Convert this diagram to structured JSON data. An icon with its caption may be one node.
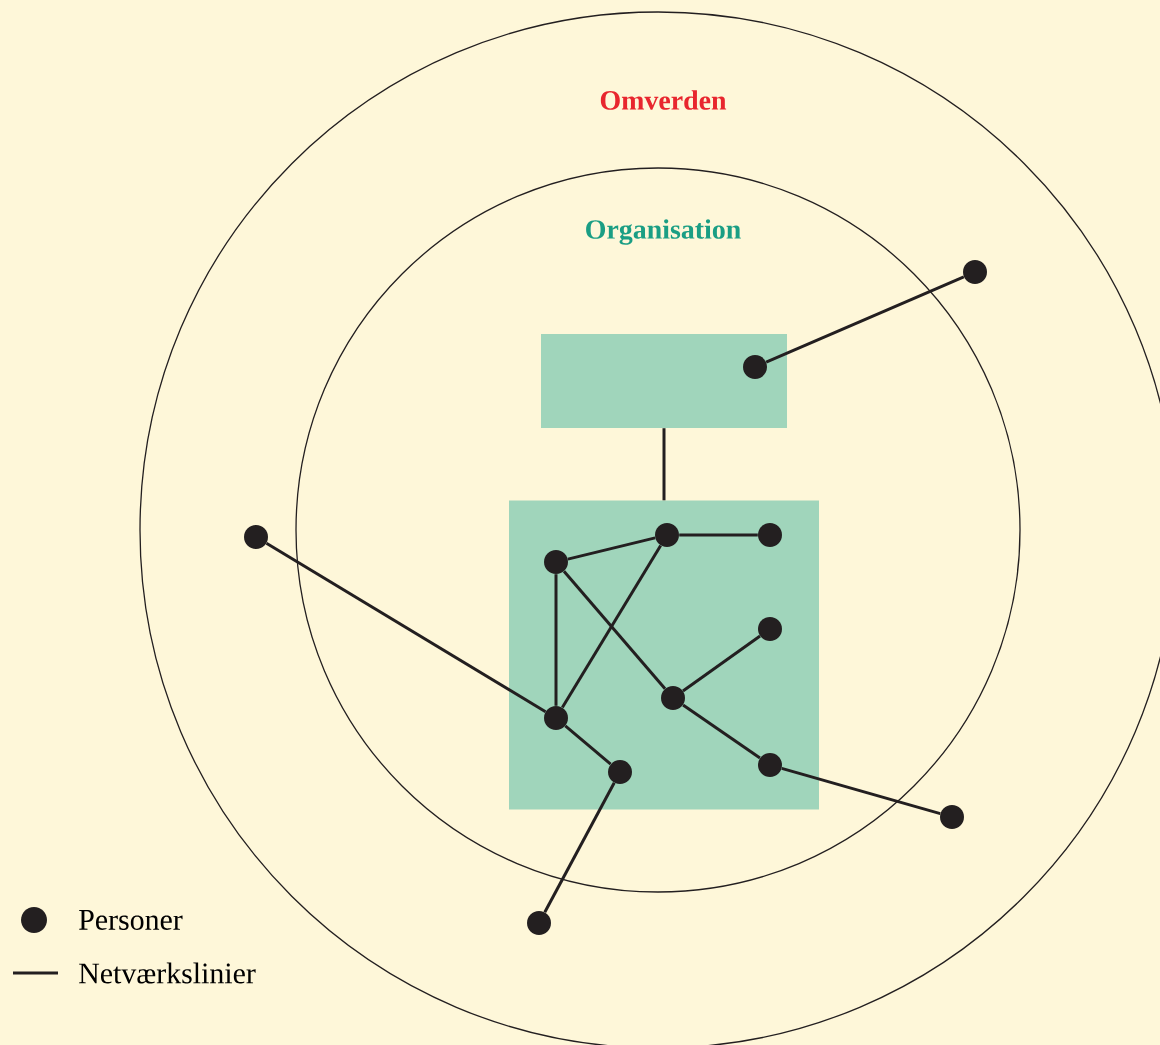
{
  "diagram": {
    "nodes": [
      {
        "text": [
          "Omverden"
        ]
      },
      {
        "text": [
          "Organisation"
        ],
        "in": 0
      },
      {
        "text": [],
        "shape": "box",
        "in": 1
      },
      {
        "text": [],
        "shape": "box",
        "in": 1
      },
      {
        "text": [],
        "shape": "circle",
        "in": 0
      },
      {
        "text": [],
        "shape": "circle",
        "in": 2
      },
      {
        "text": [],
        "shape": "circle",
        "in": 3
      },
      {
        "text": [],
        "shape": "circle",
        "in": 3
      },
      {
        "text": [],
        "shape": "circle",
        "in": 0
      },
      {
        "text": [],
        "shape": "circle",
        "in": 3
      },
      {
        "text": [],
        "shape": "circle",
        "in": 3
      },
      {
        "text": [],
        "shape": "circle",
        "in": 3
      },
      {
        "text": [],
        "shape": "circle",
        "in": 3
      },
      {
        "text": [],
        "shape": "circle",
        "in": 3
      },
      {
        "text": [],
        "shape": "circle",
        "in": 3
      },
      {
        "text": [],
        "shape": "circle",
        "in": 0
      },
      {
        "text": [],
        "shape": "circle",
        "in": 0
      }
    ],
    "edges": [
      {
        "from": 5,
        "to": 4,
        "arrow": "none"
      },
      {
        "from": 2,
        "to": 3,
        "arrow": "none"
      },
      {
        "from": 9,
        "to": 6,
        "arrow": "none"
      },
      {
        "from": 6,
        "to": 7,
        "arrow": "none"
      },
      {
        "from": 9,
        "to": 12,
        "arrow": "none"
      },
      {
        "from": 9,
        "to": 11,
        "arrow": "none"
      },
      {
        "from": 6,
        "to": 12,
        "arrow": "none"
      },
      {
        "from": 11,
        "to": 10,
        "arrow": "none"
      },
      {
        "from": 11,
        "to": 13,
        "arrow": "none"
      },
      {
        "from": 13,
        "to": 15,
        "arrow": "none"
      },
      {
        "from": 12,
        "to": 8,
        "arrow": "none"
      },
      {
        "from": 12,
        "to": 14,
        "arrow": "none"
      },
      {
        "from": 14,
        "to": 16,
        "arrow": "none"
      }
    ],
    "legend": [
      {
        "text": "Personer"
      },
      {
        "text": "Netværkslinier"
      }
    ]
  }
}
